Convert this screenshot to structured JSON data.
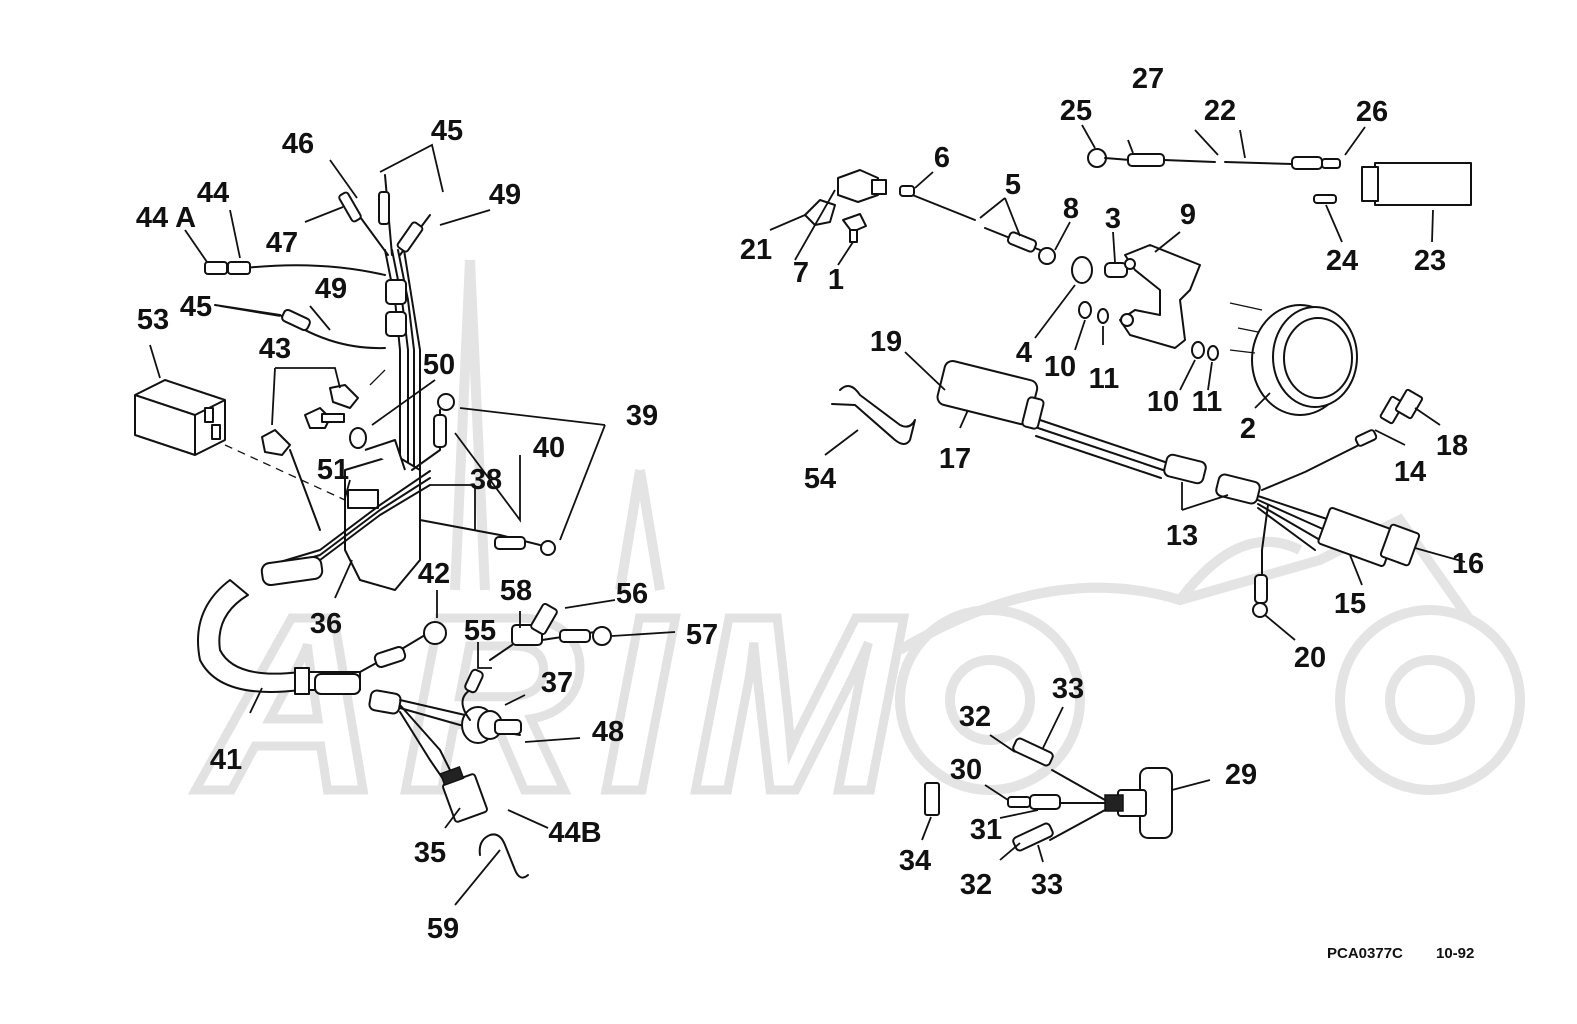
{
  "watermark": "ARIM",
  "callouts": {
    "c1": "1",
    "c2": "2",
    "c3": "3",
    "c4": "4",
    "c5": "5",
    "c6": "6",
    "c7": "7",
    "c8": "8",
    "c9": "9",
    "c10a": "10",
    "c10b": "10",
    "c11a": "11",
    "c11b": "11",
    "c13": "13",
    "c14": "14",
    "c15": "15",
    "c16": "16",
    "c17": "17",
    "c18": "18",
    "c19": "19",
    "c20": "20",
    "c21": "21",
    "c22": "22",
    "c23": "23",
    "c24": "24",
    "c25": "25",
    "c26": "26",
    "c27": "27",
    "c29": "29",
    "c30": "30",
    "c31": "31",
    "c32a": "32",
    "c32b": "32",
    "c33a": "33",
    "c33b": "33",
    "c34": "34",
    "c35": "35",
    "c36": "36",
    "c37": "37",
    "c38": "38",
    "c39": "39",
    "c40": "40",
    "c41": "41",
    "c42": "42",
    "c43": "43",
    "c44": "44",
    "c44A": "44 A",
    "c44B": "44B",
    "c45a": "45",
    "c45b": "45",
    "c46": "46",
    "c47": "47",
    "c48": "48",
    "c49a": "49",
    "c49b": "49",
    "c50": "50",
    "c51": "51",
    "c53": "53",
    "c54": "54",
    "c55": "55",
    "c56": "56",
    "c57": "57",
    "c58": "58",
    "c59": "59"
  },
  "footer": {
    "code": "PCA0377C",
    "date": "10-92"
  }
}
